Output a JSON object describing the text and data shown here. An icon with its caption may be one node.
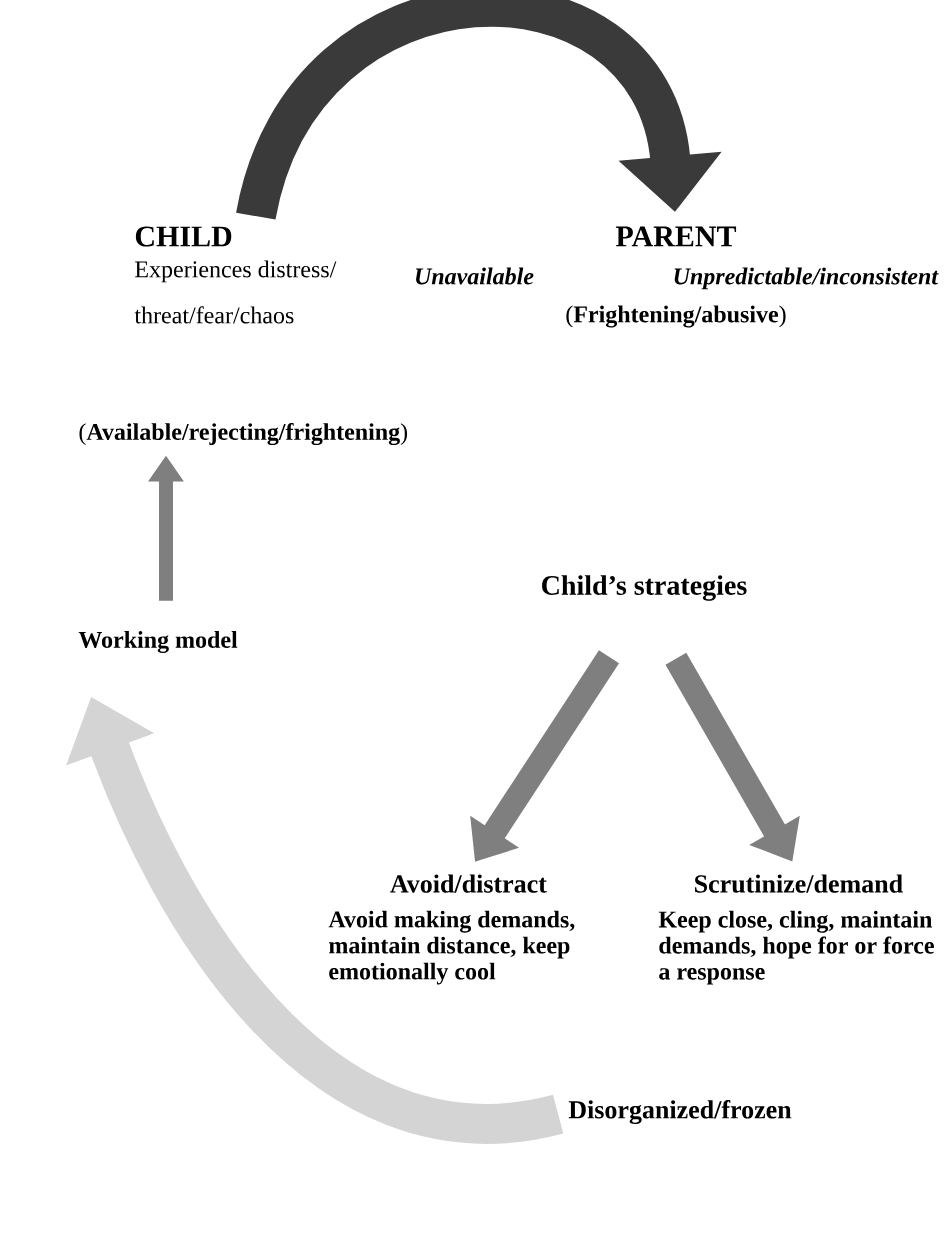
{
  "diagram": {
    "nodes": [
      {
        "text": [
          "CHILD",
          "Experiences distress/ threat/fear/chaos"
        ]
      },
      {
        "text": [
          "PARENT",
          "Unavailable",
          "Unpredictable/inconsistent",
          "(**Frightening/abusive**)"
        ]
      },
      {
        "text": [
          "(**Available/rejecting/frightening**)"
        ]
      },
      {
        "text": [
          "Working model"
        ]
      },
      {
        "text": [
          "Child’s strategies"
        ]
      },
      {
        "text": [
          "Avoid/distract",
          "Avoid making demands, maintain distance, keep emotionally cool"
        ]
      },
      {
        "text": [
          "Scrutinize/demand",
          "Keep close, cling, maintain demands, hope for or force a response"
        ]
      },
      {
        "text": [
          "Disorganized/frozen"
        ]
      }
    ],
    "edges": [
      {
        "from": 0,
        "to": 1,
        "arrow": "to",
        "color": "#3a3a3a"
      },
      {
        "from": 3,
        "to": 2,
        "arrow": "to"
      },
      {
        "from": 4,
        "to": 5,
        "arrow": "to"
      },
      {
        "from": 4,
        "to": 6,
        "arrow": "to"
      },
      {
        "from": 7,
        "to": 3,
        "arrow": "to",
        "color": "#d4d4d4"
      }
    ]
  }
}
